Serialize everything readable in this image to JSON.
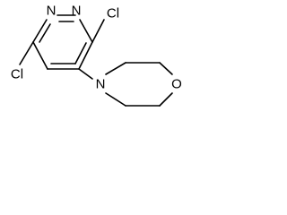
{
  "molecule": {
    "atoms": {
      "n1": "N",
      "n2": "N",
      "cl_top": "Cl",
      "cl_left": "Cl",
      "n_morph": "N",
      "o_morph": "O"
    }
  }
}
